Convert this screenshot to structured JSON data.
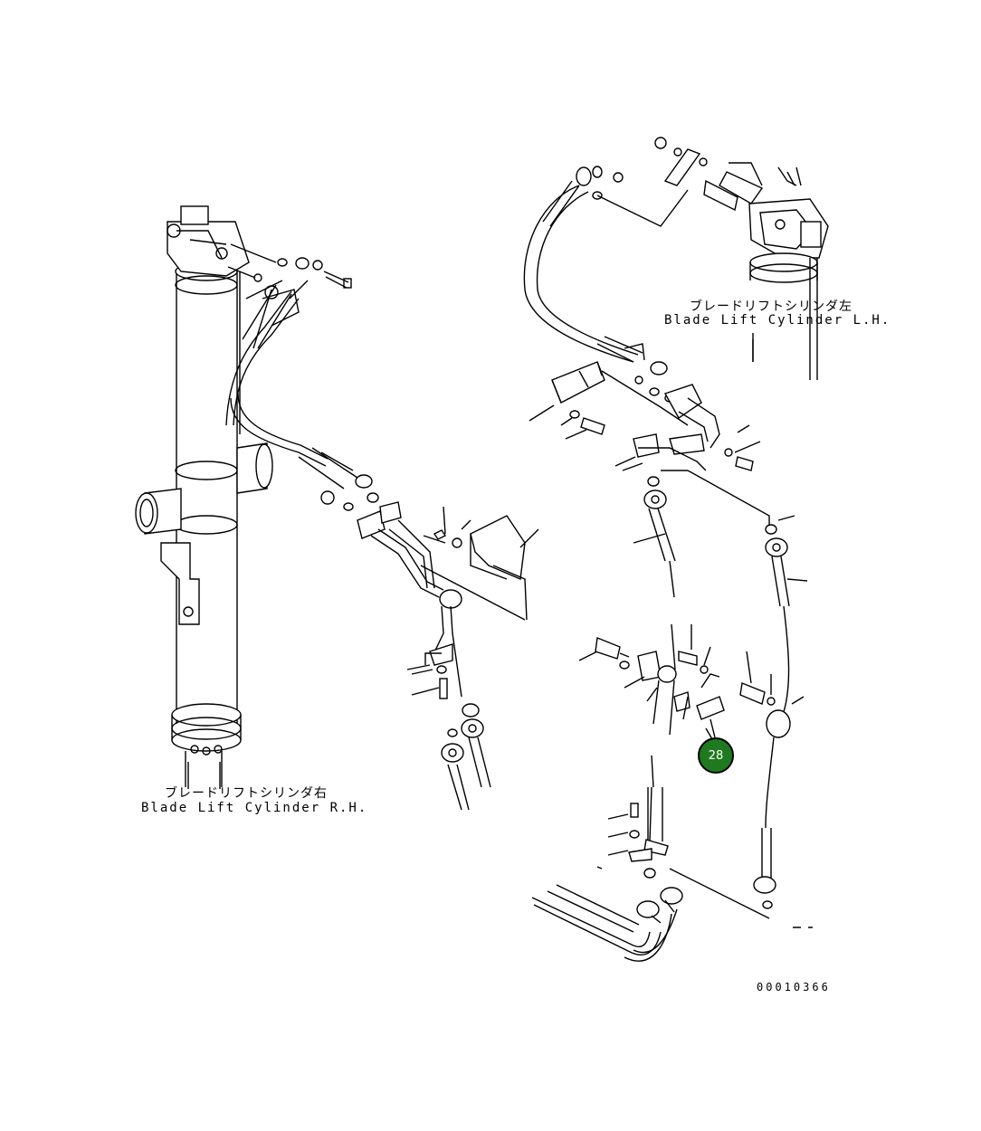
{
  "labels": {
    "right_cyl_jp": "ブレードリフトシリンダ右",
    "right_cyl_en": "Blade Lift Cylinder R.H.",
    "left_cyl_jp": "ブレードリフトシリンダ左",
    "left_cyl_en": "Blade Lift Cylinder L.H."
  },
  "callout": {
    "number": "28",
    "color": "#1f7a1f"
  },
  "drawing_number": "00010366",
  "icons": [
    "hydraulic-cylinder-icon",
    "hose-icon",
    "bolt-icon",
    "washer-icon",
    "clamp-icon",
    "o-ring-icon"
  ]
}
